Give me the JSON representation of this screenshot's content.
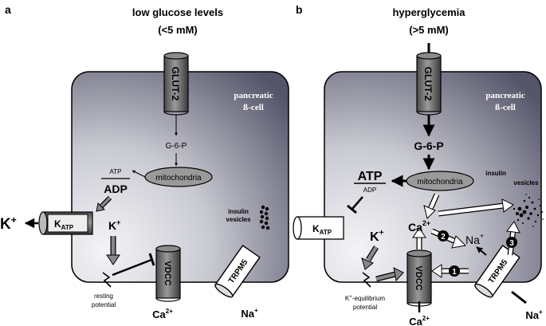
{
  "panel_a": {
    "letter": "a",
    "title": "low glucose levels",
    "subtitle": "(<5 mM)",
    "cell_label_1": "pancreatic",
    "cell_label_2": "ß-cell",
    "glut2": "GLUT-2",
    "g6p": "G-6-P",
    "mitochondria": "mitochondria",
    "atp": "ATP",
    "adp": "ADP",
    "katp": "K",
    "katp_sub": "ATP",
    "k_out": "K",
    "k_out_sup": "+",
    "k_in": "K",
    "k_in_sup": "+",
    "insulin_1": "insulin",
    "insulin_2": "vesicles",
    "vdcc": "VDCC",
    "trpm5": "TRPM5",
    "resting_1": "resting",
    "resting_2": "potential",
    "ca": "Ca",
    "ca_sup": "2+",
    "na": "Na",
    "na_sup": "+"
  },
  "panel_b": {
    "letter": "b",
    "title": "hyperglycemia",
    "subtitle": "(>5 mM)",
    "cell_label_1": "pancreatic",
    "cell_label_2": "ß-cell",
    "glut2": "GLUT-2",
    "g6p": "G-6-P",
    "mitochondria": "mitochondria",
    "atp": "ATP",
    "adp": "ADP",
    "katp": "K",
    "katp_sub": "ATP",
    "k_in": "K",
    "k_in_sup": "+",
    "ca_in": "Ca",
    "ca_in_sup": "2+",
    "na_in": "Na",
    "na_in_sup": "+",
    "insulin_1": "insulin",
    "insulin_2": "vesicles",
    "vdcc": "VDCC",
    "trpm5": "TRPM5",
    "keq_1": "K",
    "keq_1_sup": "+",
    "keq_1_rest": "-equilibrium",
    "keq_2": "potential",
    "step_1": "1",
    "step_2": "2",
    "step_3": "3",
    "ca_out": "Ca",
    "ca_out_sup": "2+",
    "na_out": "Na",
    "na_out_sup": "+"
  },
  "colors": {
    "cell_light": "#eeeef2",
    "cell_dark": "#55556a",
    "channel": "#6e6e6e",
    "text": "#000000"
  }
}
